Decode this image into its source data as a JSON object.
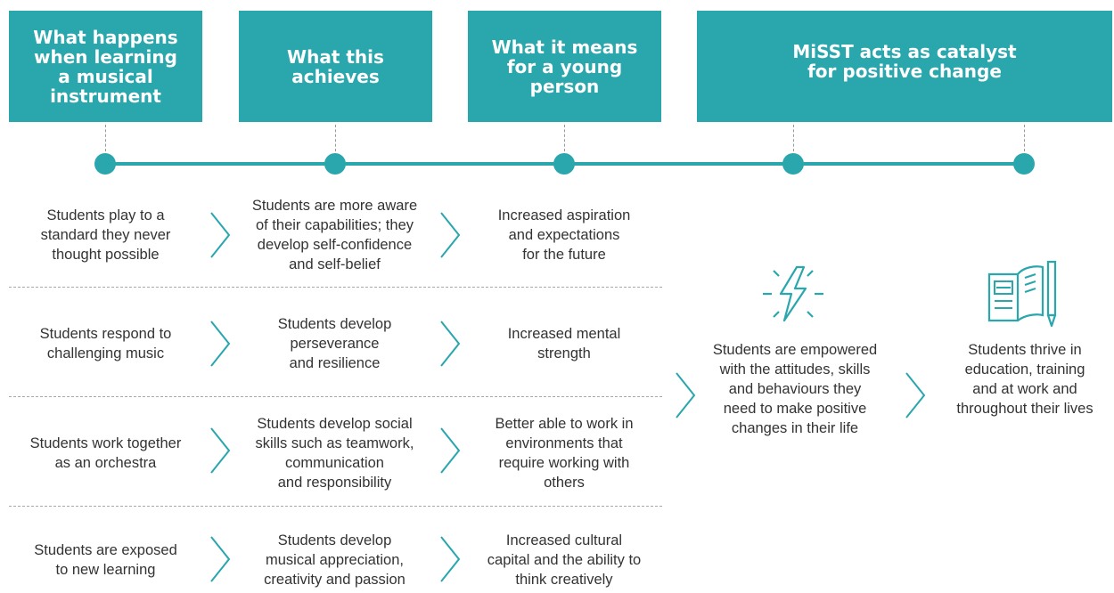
{
  "headers": [
    "What happens\nwhen learning\na musical\ninstrument",
    "What this\nachieves",
    "What it means\nfor a young\nperson",
    "MiSST acts as catalyst\nfor positive change"
  ],
  "rows": [
    {
      "what_happens": "Students play to a\nstandard they never\nthought possible",
      "achieves": "Students are more aware\nof their capabilities; they\ndevelop self-confidence\nand self-belief",
      "means": "Increased aspiration\nand expectations\nfor the future"
    },
    {
      "what_happens": "Students respond to\nchallenging music",
      "achieves": "Students develop\nperseverance\nand resilience",
      "means": "Increased mental\nstrength"
    },
    {
      "what_happens": "Students work together\nas an orchestra",
      "achieves": "Students develop social\nskills such as teamwork,\ncommunication\nand responsibility",
      "means": "Better able to work in\nenvironments that\nrequire working with\nothers"
    },
    {
      "what_happens": "Students are exposed\nto new learning",
      "achieves": "Students develop\nmusical appreciation,\ncreativity and passion",
      "means": "Increased cultural\ncapital and the ability to\nthink creatively"
    }
  ],
  "catalyst": {
    "empowered": "Students are empowered\nwith the attitudes, skills\nand behaviours they\nneed to make positive\nchanges in their life",
    "thrive": "Students thrive in\neducation, training\nand at work and\nthroughout their lives"
  },
  "icons": [
    "lightning-bolt-icon",
    "open-book-pencil-icon",
    "chevron-right-icon"
  ],
  "colors": {
    "teal": "#2aa6ad",
    "text": "#333333",
    "divider": "#a8a8a8"
  }
}
